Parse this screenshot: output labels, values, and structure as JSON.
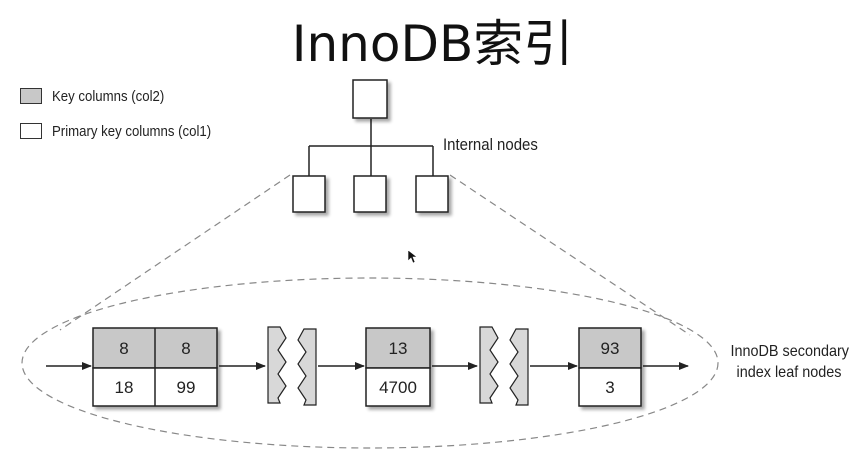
{
  "title": "InnoDB索引",
  "legend": {
    "key_columns": {
      "label": "Key columns (col2)",
      "color": "#c8c8c8"
    },
    "primary_key_columns": {
      "label": "Primary key columns (col1)",
      "color": "#ffffff"
    }
  },
  "labels": {
    "internal_nodes": "Internal nodes",
    "leaf_nodes_line1": "InnoDB secondary",
    "leaf_nodes_line2": "index leaf nodes"
  },
  "leaf_pages": [
    {
      "key_values": [
        "8",
        "8"
      ],
      "pk_values": [
        "18",
        "99"
      ]
    },
    {
      "key_values": [
        "13"
      ],
      "pk_values": [
        "4700"
      ]
    },
    {
      "key_values": [
        "93"
      ],
      "pk_values": [
        "3"
      ]
    }
  ]
}
